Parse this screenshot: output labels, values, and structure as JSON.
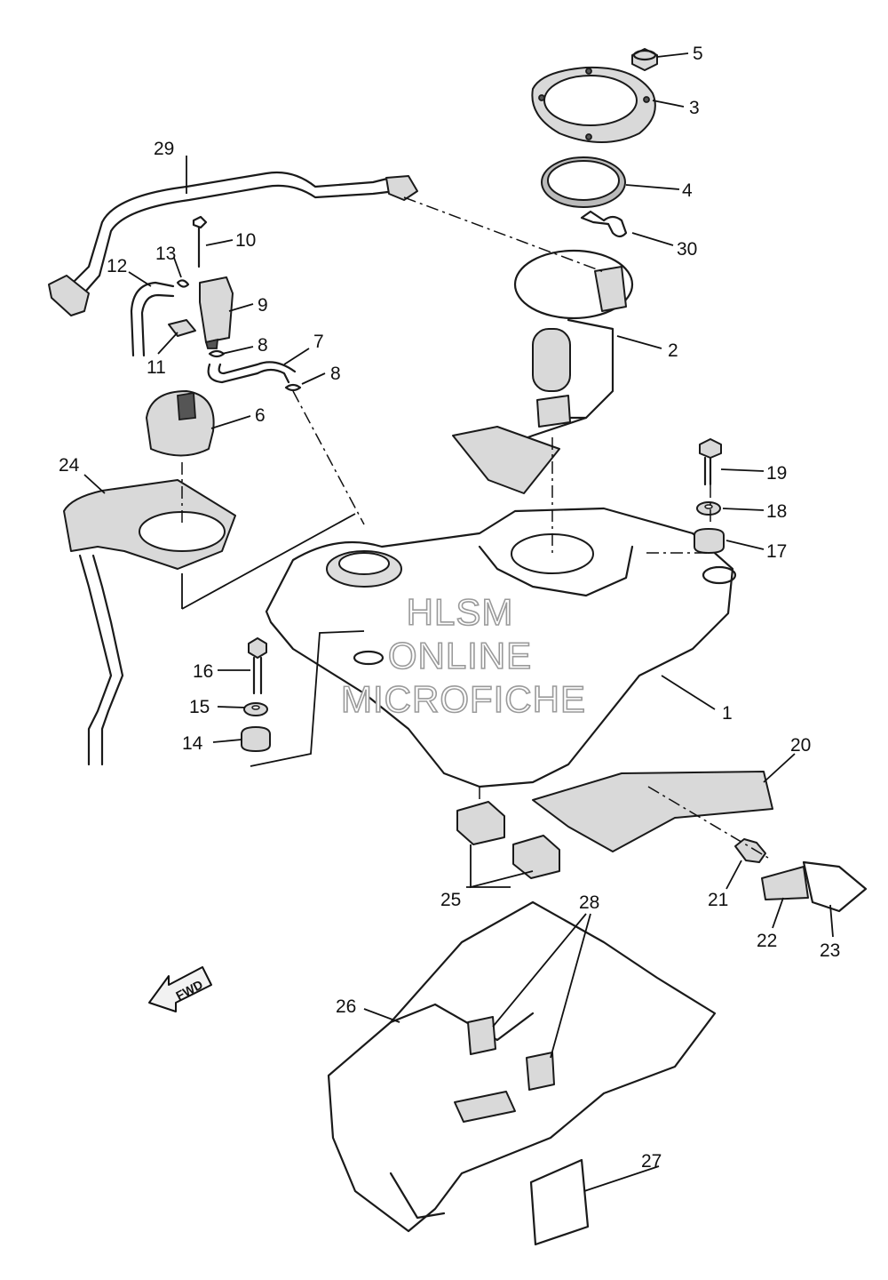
{
  "watermark": {
    "line1": "HLSM",
    "line2": "ONLINE",
    "line3": "MICROFICHE"
  },
  "direction_badge": {
    "text": "FWD"
  },
  "callouts": [
    {
      "id": "p1",
      "label": "1"
    },
    {
      "id": "p2",
      "label": "2"
    },
    {
      "id": "p3",
      "label": "3"
    },
    {
      "id": "p4",
      "label": "4"
    },
    {
      "id": "p5",
      "label": "5"
    },
    {
      "id": "p6",
      "label": "6"
    },
    {
      "id": "p7",
      "label": "7"
    },
    {
      "id": "p8a",
      "label": "8"
    },
    {
      "id": "p8b",
      "label": "8"
    },
    {
      "id": "p9",
      "label": "9"
    },
    {
      "id": "p10",
      "label": "10"
    },
    {
      "id": "p11",
      "label": "11"
    },
    {
      "id": "p12",
      "label": "12"
    },
    {
      "id": "p13",
      "label": "13"
    },
    {
      "id": "p14",
      "label": "14"
    },
    {
      "id": "p15",
      "label": "15"
    },
    {
      "id": "p16",
      "label": "16"
    },
    {
      "id": "p17",
      "label": "17"
    },
    {
      "id": "p18",
      "label": "18"
    },
    {
      "id": "p19",
      "label": "19"
    },
    {
      "id": "p20",
      "label": "20"
    },
    {
      "id": "p21",
      "label": "21"
    },
    {
      "id": "p22",
      "label": "22"
    },
    {
      "id": "p23",
      "label": "23"
    },
    {
      "id": "p24",
      "label": "24"
    },
    {
      "id": "p25",
      "label": "25"
    },
    {
      "id": "p26",
      "label": "26"
    },
    {
      "id": "p27",
      "label": "27"
    },
    {
      "id": "p28",
      "label": "28"
    },
    {
      "id": "p29",
      "label": "29"
    },
    {
      "id": "p30",
      "label": "30"
    }
  ]
}
